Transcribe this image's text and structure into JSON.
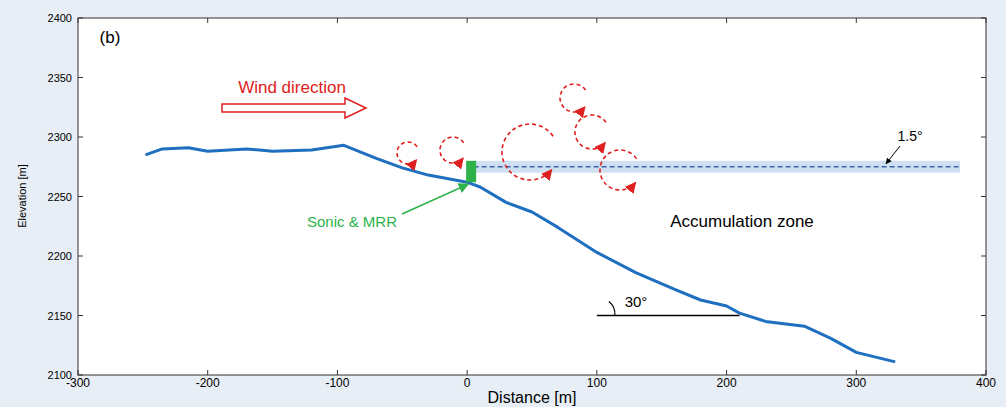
{
  "diagram": {
    "labels": [
      "(b)",
      "Wind direction",
      "Sonic & MRR",
      "Accumulation zone",
      "1.5°",
      "30°",
      "Elevation [m]",
      "Distance [m]",
      "2400",
      "2350",
      "2300",
      "2250",
      "2200",
      "2150",
      "2100",
      "-300",
      "-200",
      "-100",
      "0",
      "100",
      "200",
      "300",
      "400"
    ]
  }
}
